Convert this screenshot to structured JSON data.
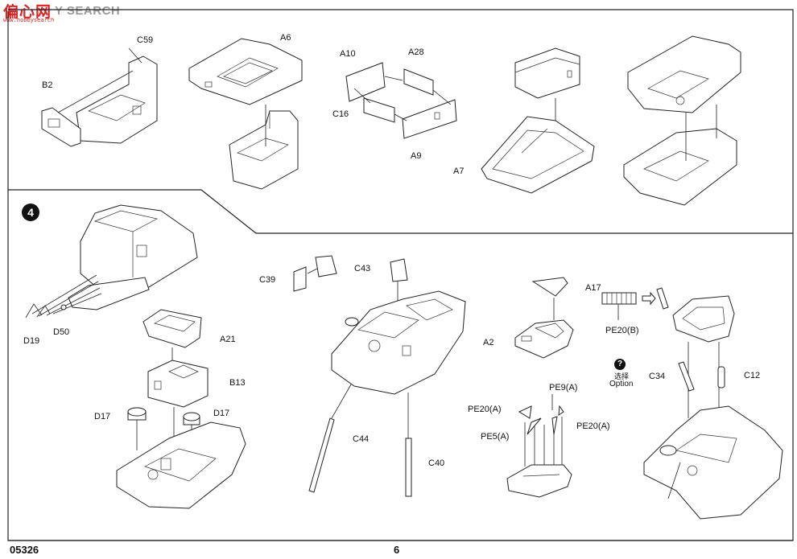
{
  "watermark": {
    "cn": "偏心网",
    "en": "Y SEARCH",
    "sub": "www.hobbysearch"
  },
  "step3": {
    "labels": {
      "c59": "C59",
      "b2": "B2",
      "a6": "A6",
      "a10": "A10",
      "a28": "A28",
      "c16": "C16",
      "a9": "A9",
      "a7": "A7"
    }
  },
  "step4": {
    "number": "4",
    "labels": {
      "d19": "D19",
      "d50": "D50",
      "a21": "A21",
      "b13": "B13",
      "d17a": "D17",
      "d17b": "D17",
      "c39": "C39",
      "c43": "C43",
      "c44": "C44",
      "c40": "C40",
      "a17": "A17",
      "a2": "A2",
      "pe20b": "PE20(B)",
      "option_cn": "选择",
      "option_en": "Option",
      "c34": "C34",
      "c12": "C12",
      "pe9": "PE9(A)",
      "pe20a1": "PE20(A)",
      "pe5": "PE5(A)",
      "pe20a2": "PE20(A)"
    }
  },
  "footer": {
    "code": "05326",
    "page": "6"
  }
}
